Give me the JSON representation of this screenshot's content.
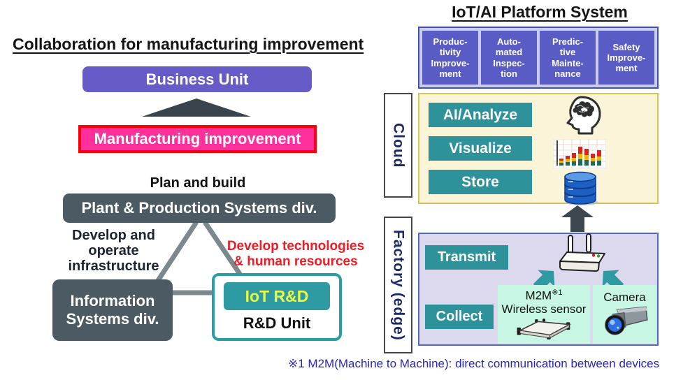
{
  "left": {
    "heading": "Collaboration for manufacturing improvement",
    "business_unit": "Business Unit",
    "manufacturing_improvement": "Manufacturing improvement",
    "plan_and_build": "Plan and build",
    "plant_div": "Plant & Production Systems div.",
    "develop_infra": "Develop and\noperate\ninfrastructure",
    "develop_tech": "Develop technologies\n& human resources",
    "information_div": "Information\nSystems div.",
    "iot_rd": "IoT R&D",
    "rd_unit": "R&D Unit"
  },
  "right": {
    "heading": "IoT/AI Platform System",
    "applications": [
      "Produc-\ntivity\nImprove-\nment",
      "Auto-\nmated\nInspec-\ntion",
      "Predic-\ntive\nMainte-\nnance",
      "Safety\nImprove-\nment"
    ],
    "cloud": {
      "label": "Cloud",
      "items": [
        "AI/Analyze",
        "Visualize",
        "Store"
      ],
      "icons": [
        "ai-head-icon",
        "bar-chart-icon",
        "database-icon"
      ]
    },
    "factory": {
      "label": "Factory (edge)",
      "transmit": "Transmit",
      "collect": "Collect",
      "m2m_name": "M2M",
      "m2m_ref": "※1",
      "m2m_line2": "Wireless sensor",
      "camera": "Camera",
      "icons": [
        "router-icon",
        "wireless-sensor-icon",
        "camera-icon"
      ]
    }
  },
  "footnote": "※1 M2M(Machine to Machine): direct communication between devices",
  "colors": {
    "business_purple": "#675bc8",
    "app_purple": "#5a5cc6",
    "app_container": "#c9cdeb",
    "pink": "#ff2f9b",
    "red_border": "#fe0000",
    "red_text": "#ee1c25",
    "slate": "#4c5b63",
    "teal": "#2e929b",
    "iot_teal": "#2e9aa2",
    "iot_text_yellow": "#ebfb3f",
    "mint": "#c7f6e2",
    "cloud_bg": "#faf4d8",
    "cloud_border": "#d9c256",
    "factory_bg": "#dcd9ef",
    "factory_border": "#5069c9",
    "navy_label": "#1f2766",
    "footnote_blue": "#2626bf",
    "line_gray": "#7b898e",
    "arrow_dark": "#3d474f"
  }
}
